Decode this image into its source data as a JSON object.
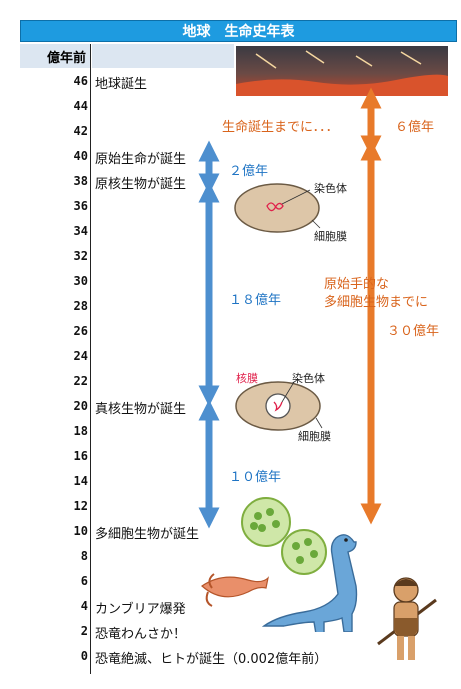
{
  "title": "地球　生命史年表",
  "header": "億年前",
  "ticks": [
    "46",
    "44",
    "42",
    "40",
    "38",
    "36",
    "34",
    "32",
    "30",
    "28",
    "26",
    "24",
    "22",
    "20",
    "18",
    "16",
    "14",
    "12",
    "10",
    "8",
    "6",
    "4",
    "2",
    "0"
  ],
  "events": [
    {
      "label": "地球誕生",
      "y": 46
    },
    {
      "label": "原始生命が誕生",
      "y": 40
    },
    {
      "label": "原核生物が誕生",
      "y": 38
    },
    {
      "label": "真核生物が誕生",
      "y": 20
    },
    {
      "label": "多細胞生物が誕生",
      "y": 10
    },
    {
      "label": "カンブリア爆発",
      "y": 4
    },
    {
      "label": "恐竜わんさか！",
      "y": 2
    },
    {
      "label": "恐竜絶滅、ヒトが誕生（0.002億年前）",
      "y": 0
    }
  ],
  "blue_labels": {
    "a": "２億年",
    "b": "１８億年",
    "c": "１０億年"
  },
  "orange_labels": {
    "a": "生命誕生までに．．．",
    "a_val": "６億年",
    "b1": "原始手的な",
    "b2": "多細胞生物までに",
    "b_val": "３０億年"
  },
  "cell_labels": {
    "prok_chrom": "染色体",
    "prok_mem": "細胞膜",
    "euk_nuc": "核膜",
    "euk_chrom": "染色体",
    "euk_mem": "細胞膜"
  },
  "colors": {
    "blue": "#4d8fcf",
    "orange": "#e87a2a",
    "title": "#1e9be0"
  }
}
